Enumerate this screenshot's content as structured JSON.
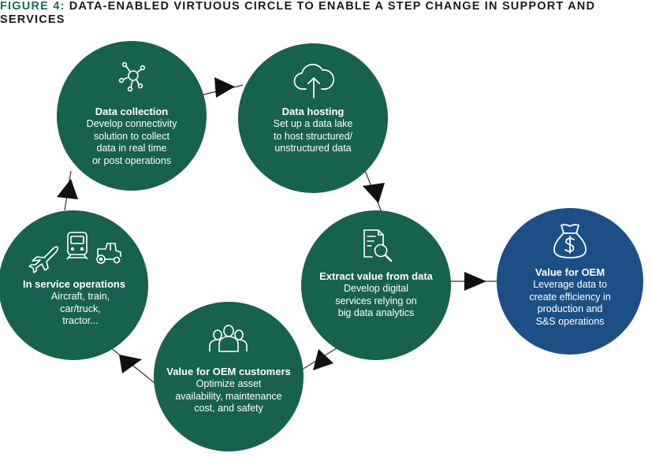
{
  "title": {
    "label": "FIGURE 4:",
    "text": " DATA-ENABLED VIRTUOUS CIRCLE TO ENABLE A STEP CHANGE IN SUPPORT AND SERVICES"
  },
  "colors": {
    "cycle": "#17614f",
    "oem": "#1c4f86",
    "arrow": "#111111"
  },
  "nodes": {
    "data_collection": {
      "heading": "Data collection",
      "body": [
        "Develop connectivity",
        "solution to collect",
        "data in real time",
        "or post operations"
      ],
      "icon": "network-nodes-icon"
    },
    "data_hosting": {
      "heading": "Data hosting",
      "body": [
        "Set up a data lake",
        "to host structured/",
        "unstructured data"
      ],
      "icon": "cloud-upload-icon"
    },
    "extract_value": {
      "heading": "Extract value from data",
      "body": [
        "Develop digital",
        "services relying on",
        "big data analytics"
      ],
      "icon": "document-search-icon"
    },
    "value_customers": {
      "heading": "Value for OEM customers",
      "body": [
        "Optimize asset",
        "availability, maintenance",
        "cost, and safety"
      ],
      "icon": "people-icon"
    },
    "in_service": {
      "heading": "In service operations",
      "body": [
        "Aircraft, train,",
        "car/truck,",
        "tractor..."
      ],
      "icons": [
        "airplane-icon",
        "train-icon",
        "tractor-icon"
      ]
    },
    "value_oem": {
      "heading": "Value for OEM",
      "body": [
        "Leverage data to",
        "create efficiency in",
        "production and",
        "S&S operations"
      ],
      "icon": "money-bag-icon"
    }
  }
}
